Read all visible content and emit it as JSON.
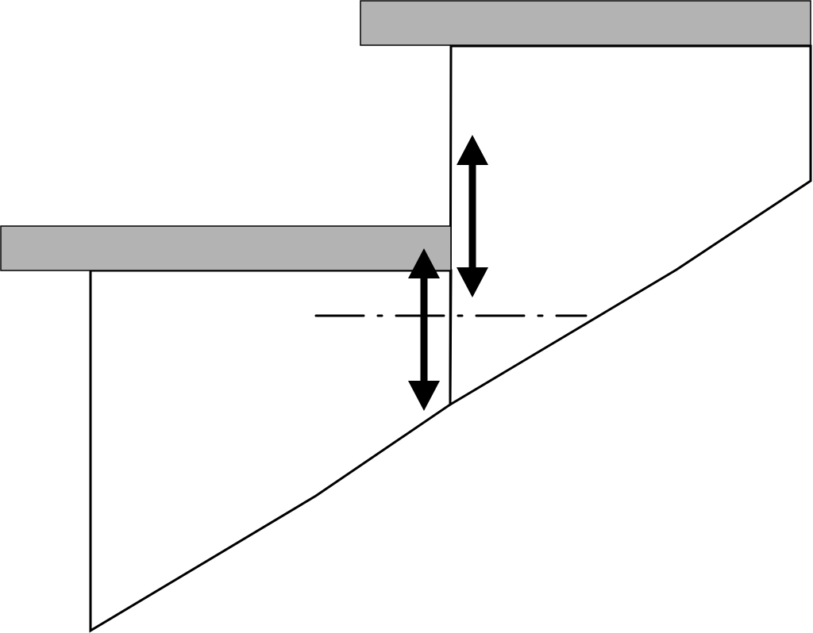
{
  "diagram": {
    "kind": "stair-stringer-section",
    "colors": {
      "background": "#ffffff",
      "tread_fill": "#b3b3b3",
      "line": "#000000"
    },
    "treads": [
      {
        "id": "upper-tread"
      },
      {
        "id": "lower-tread"
      }
    ],
    "stringers": [
      {
        "id": "upper-stringer"
      },
      {
        "id": "lower-stringer"
      }
    ],
    "arrows": [
      {
        "id": "upper-rise-arrow",
        "direction": "double-vertical"
      },
      {
        "id": "lower-rise-arrow",
        "direction": "double-vertical"
      }
    ],
    "centerline": {
      "style": "dash-dot"
    }
  }
}
